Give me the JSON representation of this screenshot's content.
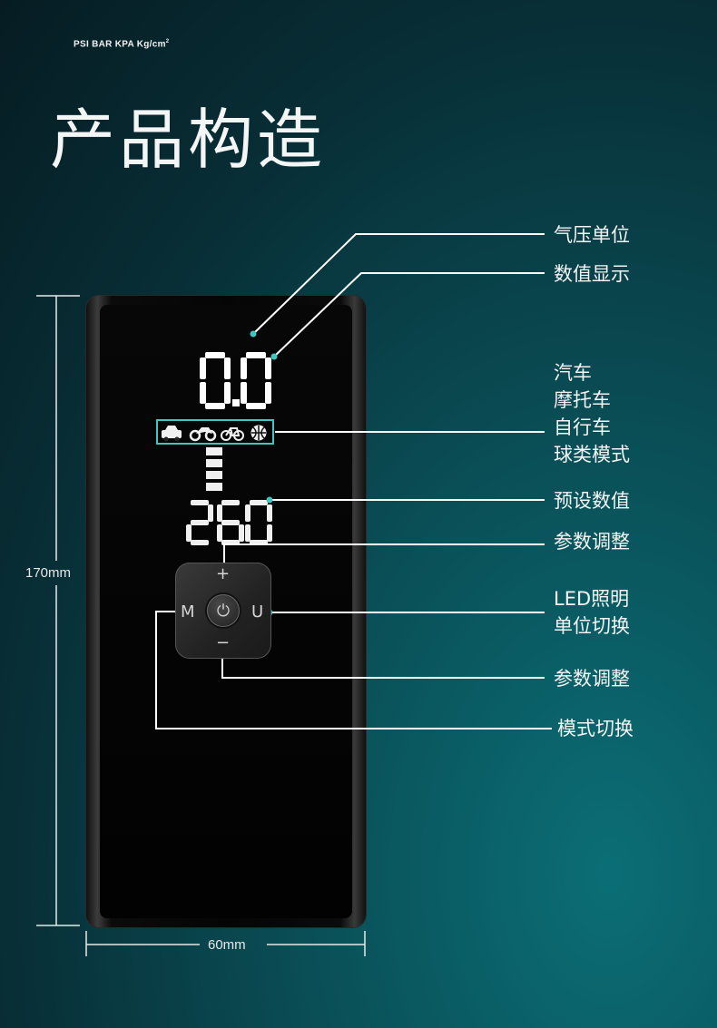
{
  "title": "产品构造",
  "display": {
    "units": "PSI BAR KPA Kg/cm",
    "units_sup": "2",
    "current_value": "0.0",
    "preset_value": "260"
  },
  "buttons": {
    "plus": "+",
    "minus": "−",
    "mode": "M",
    "unit": "U",
    "power_icon": "power-icon"
  },
  "dimensions": {
    "height": "170mm",
    "width": "60mm"
  },
  "labels": {
    "unit": "气压单位",
    "value_display": "数值显示",
    "modes": [
      "汽车",
      "摩托车",
      "自行车",
      "球类模式"
    ],
    "preset": "预设数值",
    "adjust_top": "参数调整",
    "led_unit": [
      "LED照明",
      "单位切换"
    ],
    "adjust_bottom": "参数调整",
    "mode_switch": "模式切换"
  },
  "colors": {
    "accent": "#3fc6bf",
    "background": "#0a4f57"
  }
}
